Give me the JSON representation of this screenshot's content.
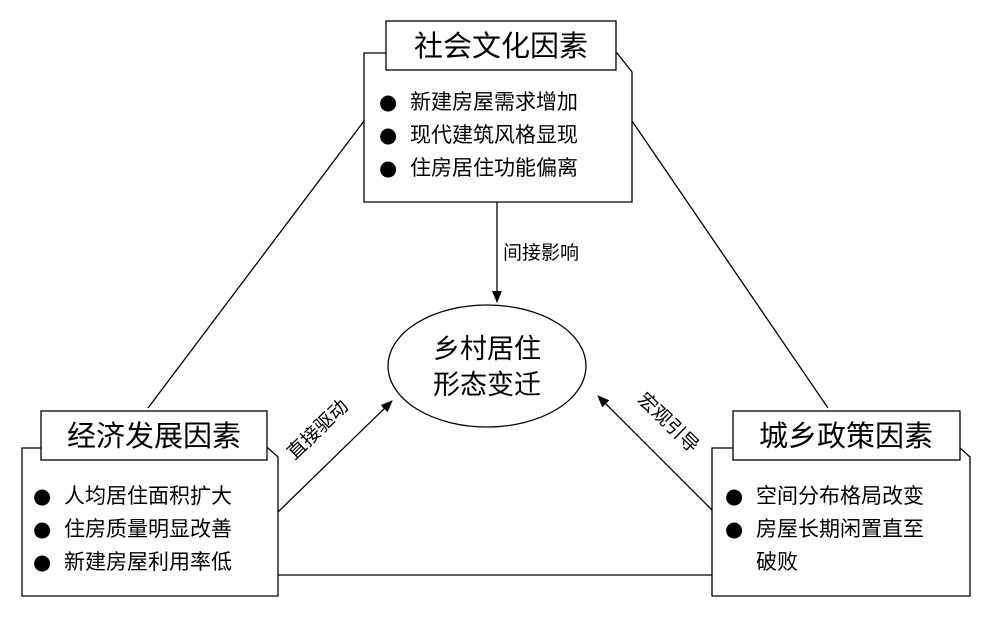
{
  "nodes": {
    "social": {
      "title": "社会文化因素",
      "items": [
        "新建房屋需求增加",
        "现代建筑风格显现",
        "住房居住功能偏离"
      ]
    },
    "economic": {
      "title": "经济发展因素",
      "items": [
        "人均居住面积扩大",
        "住房质量明显改善",
        "新建房屋利用率低"
      ]
    },
    "policy": {
      "title": "城乡政策因素",
      "items": [
        "空间分布格局改变",
        "房屋长期闲置直至",
        "破败"
      ]
    },
    "center": {
      "line1": "乡村居住",
      "line2": "形态变迁"
    }
  },
  "arrows": {
    "indirect": "间接影响",
    "direct": "直接驱动",
    "macro": "宏观引导"
  },
  "bullet_glyph": "●"
}
